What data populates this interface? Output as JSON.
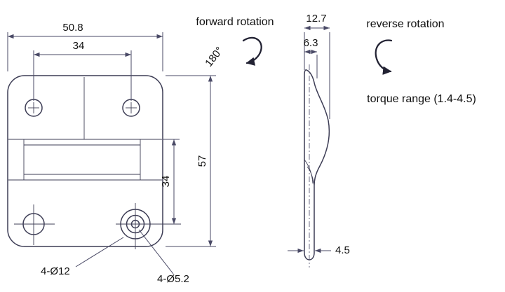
{
  "colors": {
    "part_line": "#3d3d55",
    "dimension_line": "#4a4a66",
    "text": "#111111",
    "background": "#ffffff"
  },
  "annotations": {
    "forward_rotation": "forward rotation",
    "angle": "180°",
    "reverse_rotation": "reverse rotation",
    "torque_range": "torque range (1.4-4.5)"
  },
  "front_view": {
    "dim_overall_width": "50.8",
    "dim_hole_spacing_x": "34",
    "dim_overall_height": "57",
    "dim_hole_spacing_y": "34",
    "label_hole_large": "4-Ø12",
    "label_hole_small": "4-Ø5.2"
  },
  "side_view": {
    "dim_overall_depth": "12.7",
    "dim_offset": "6.3",
    "dim_thickness": "4.5"
  }
}
